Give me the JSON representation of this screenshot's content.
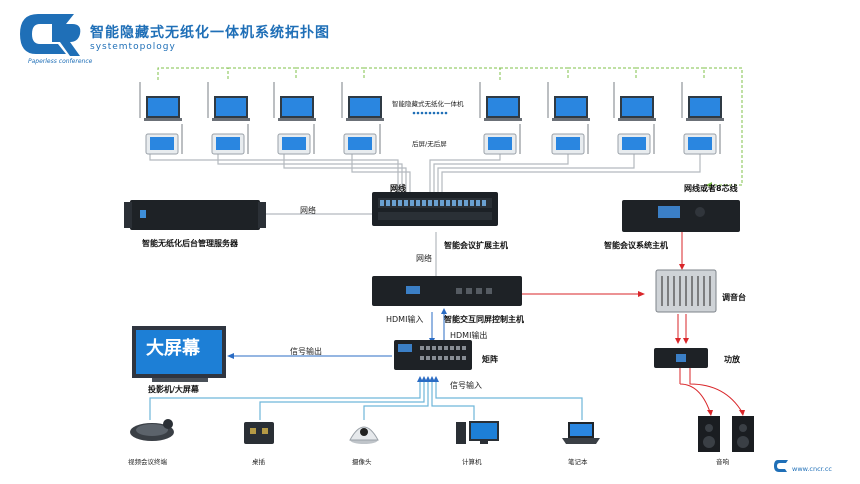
{
  "header": {
    "title": "智能隐藏式无纸化一体机系统拓扑图",
    "subtitle": "systemtopology",
    "logo_caption": "Paperless conference"
  },
  "top": {
    "center_label": "智能隐藏式无纸化一体机",
    "rear_label": "后屏/无后屏"
  },
  "links": {
    "network_top": "网线",
    "network_server": "网络",
    "network_mid": "网络",
    "network_or_8core": "网线或者8芯线",
    "hdmi_in": "HDMI输入",
    "hdmi_out": "HDMI输出",
    "signal_out": "信号输出",
    "signal_in": "信号输入"
  },
  "devices": {
    "server": "智能无纸化后台管理服务器",
    "expansion_host": "智能会议扩展主机",
    "system_host": "智能会议系统主机",
    "mixer": "调音台",
    "amplifier": "功放",
    "interactive_host": "智能交互同屏控制主机",
    "matrix": "矩阵",
    "projector": "投影机/大屏幕",
    "big_screen_text": "大屏幕",
    "speaker": "音响",
    "video_conf": "视频会议终端",
    "desk_socket": "桌插",
    "camera": "摄像头",
    "computer": "计算机",
    "laptop": "笔记本"
  },
  "footer": {
    "website": "www.cncr.cc"
  },
  "colors": {
    "brand": "#1f6fb7",
    "green_dashed": "#7fc04a",
    "red_arrow": "#d9262a",
    "blue_arrow": "#2b6cc4",
    "gray_line": "#b4b9bf"
  }
}
